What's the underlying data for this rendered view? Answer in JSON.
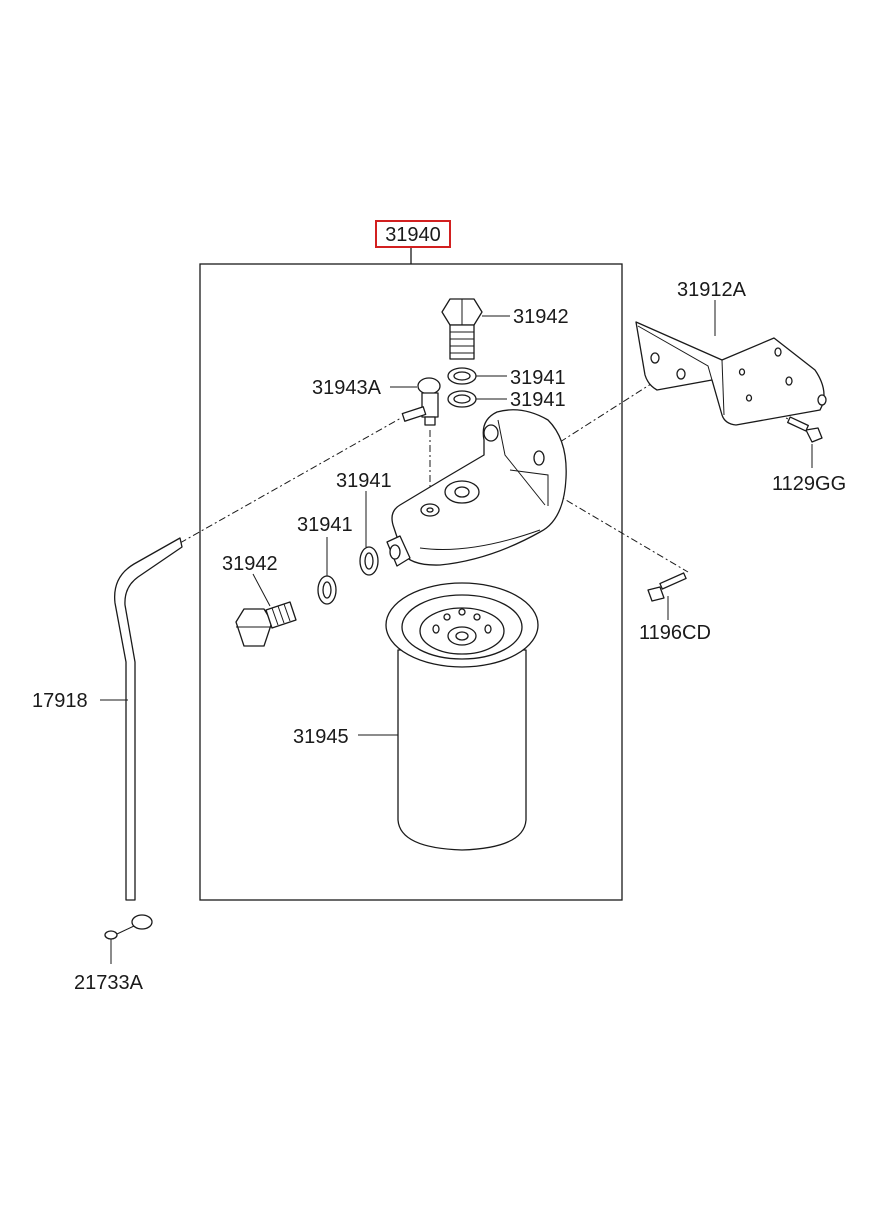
{
  "diagram": {
    "highlight_color": "#d22020",
    "assembly_label": "31940",
    "labels": {
      "bolt_top": "31942",
      "washer_top_1": "31941",
      "washer_top_2": "31941",
      "air_vent": "31943A",
      "bracket": "31912A",
      "bracket_bolt": "1129GG",
      "washer_mid": "31941",
      "washer_left": "31941",
      "bolt_left": "31942",
      "head_bolt": "1196CD",
      "hose": "17918",
      "filter": "31945",
      "clip": "21733A"
    }
  }
}
